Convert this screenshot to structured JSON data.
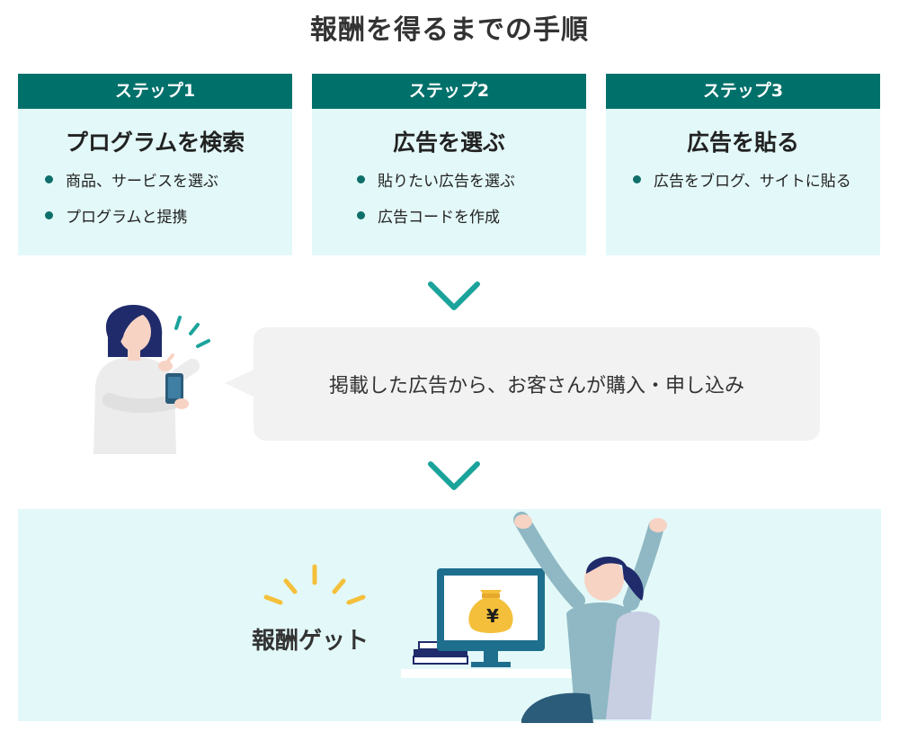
{
  "title": "報酬を得るまでの手順",
  "steps": [
    {
      "label": "ステップ1",
      "title": "プログラムを検索",
      "items": [
        "商品、サービスを選ぶ",
        "プログラムと提携"
      ]
    },
    {
      "label": "ステップ2",
      "title": "広告を選ぶ",
      "items": [
        "貼りたい広告を選ぶ",
        "広告コードを作成"
      ]
    },
    {
      "label": "ステップ3",
      "title": "広告を貼る",
      "items": [
        "広告をブログ、サイトに貼る"
      ]
    }
  ],
  "middle": {
    "text": "掲載した広告から、お客さんが購入・申し込み"
  },
  "reward": {
    "label": "報酬ゲット",
    "coin_symbol": "¥"
  },
  "colors": {
    "header": "#00706b",
    "panel": "#e3f8f8",
    "chevron": "#1aa39b",
    "accent": "#f4c03b",
    "navy": "#1f2b6b"
  },
  "icons": [
    "chevron-down-icon",
    "woman-with-phone-illustration",
    "computer-money-bag-illustration",
    "celebrating-woman-illustration"
  ]
}
